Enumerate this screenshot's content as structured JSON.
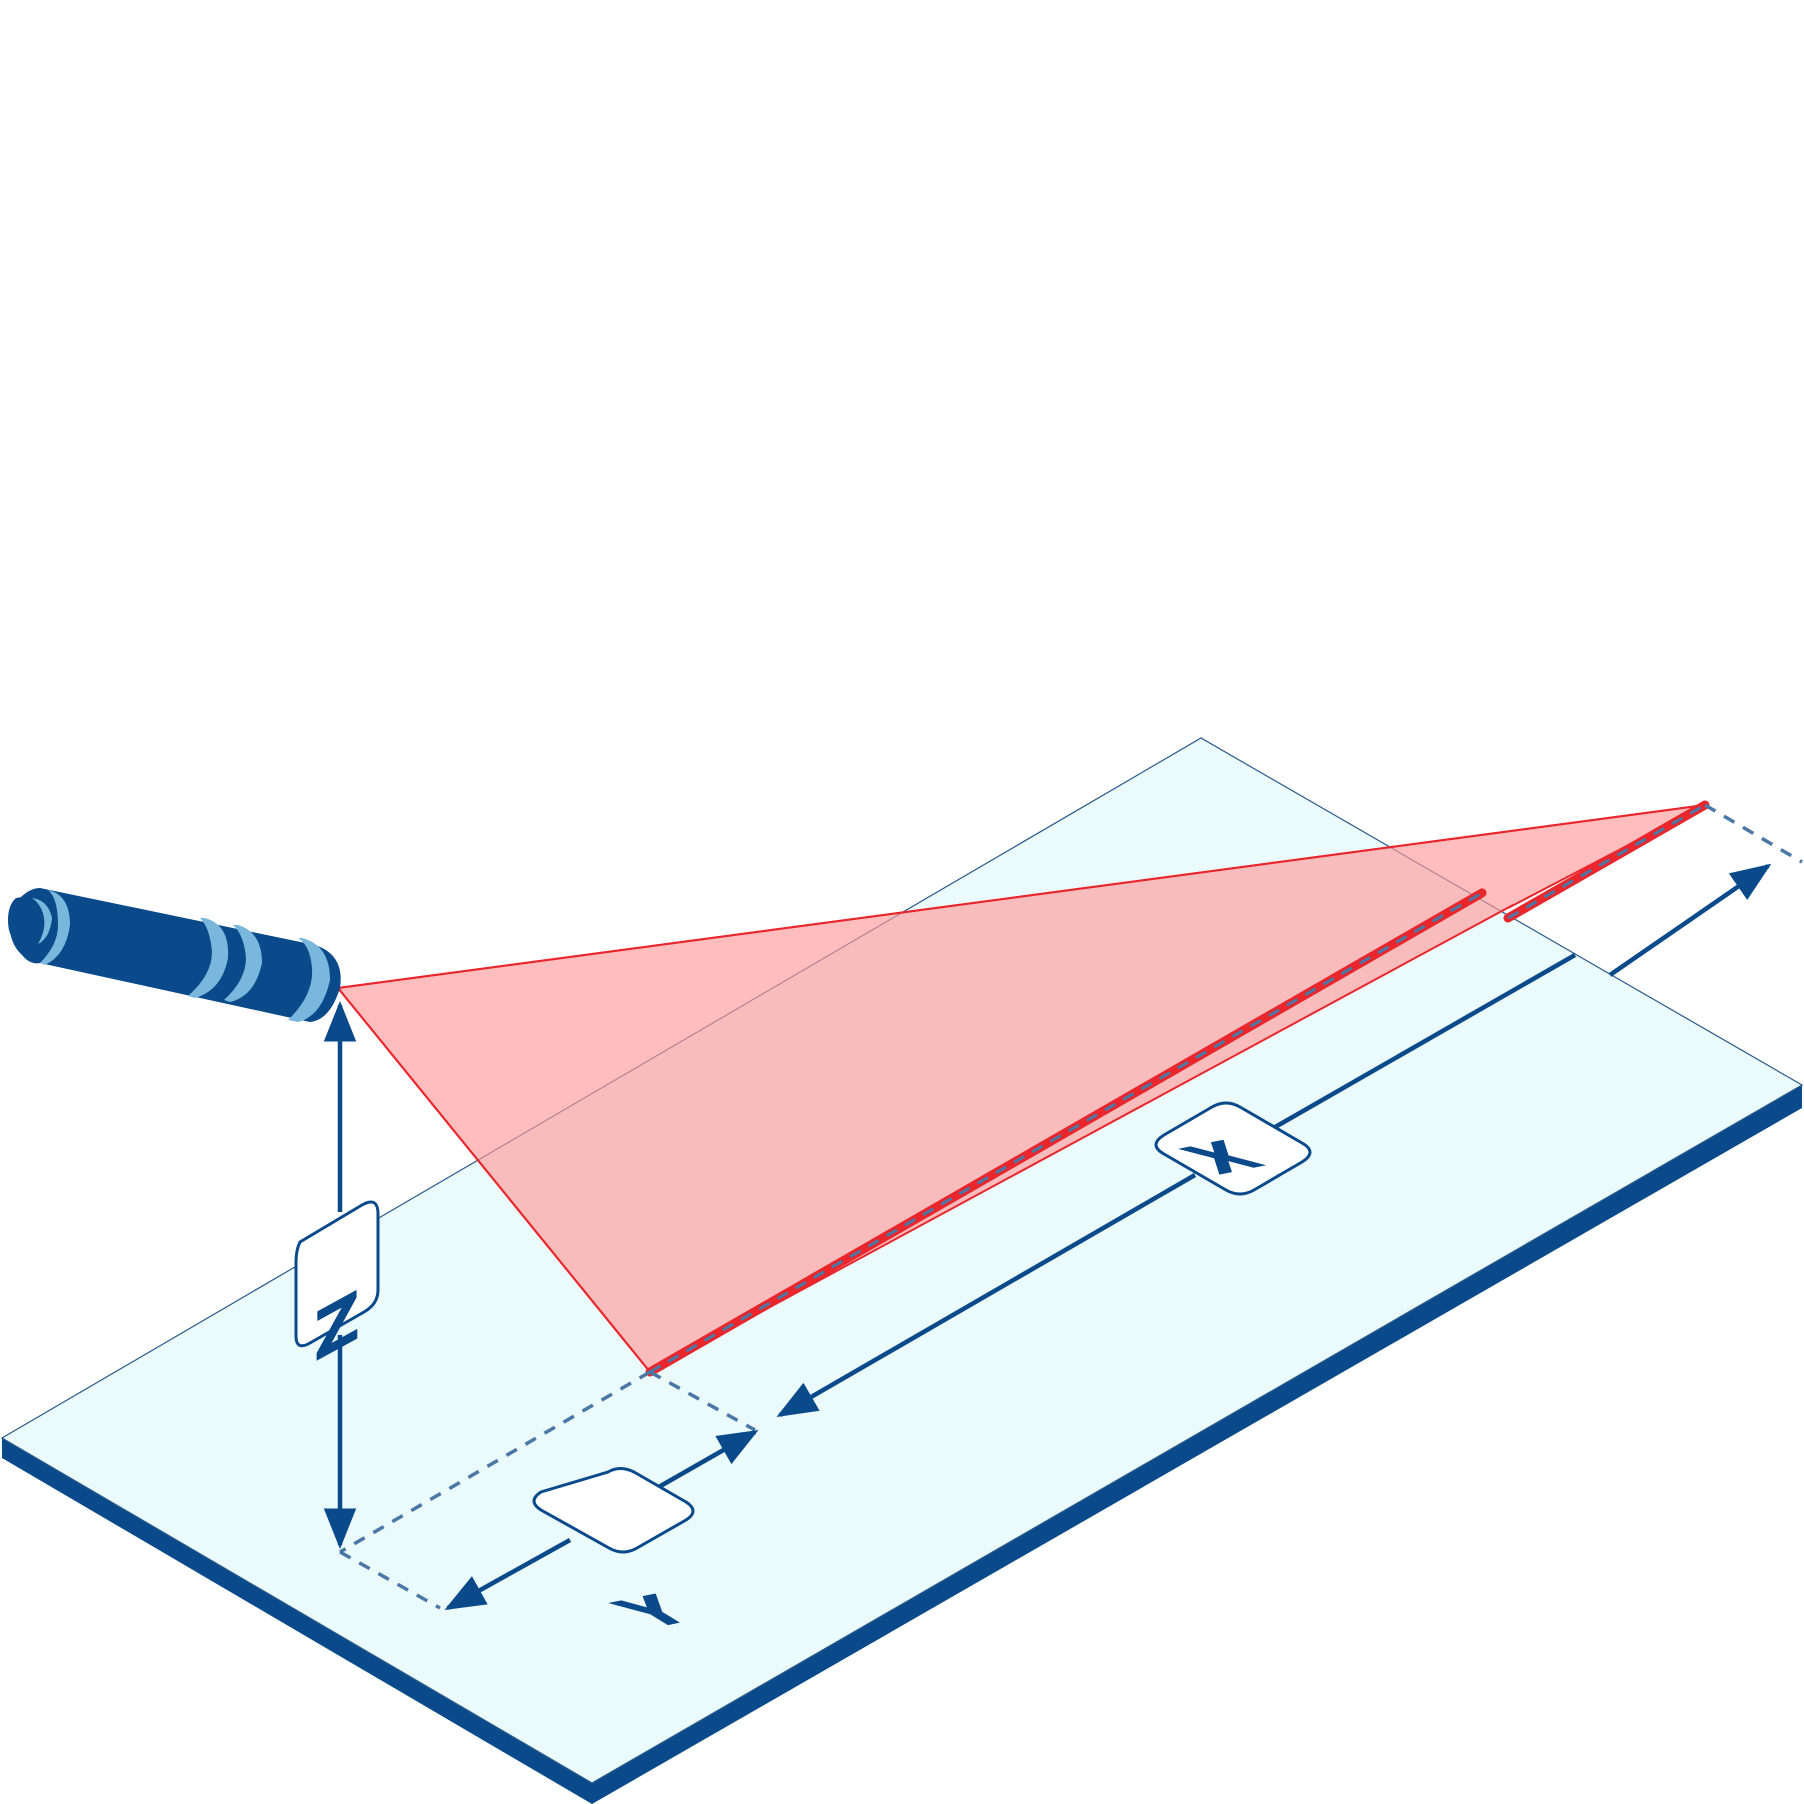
{
  "diagram": {
    "axes": {
      "x_label": "X",
      "y_label": "Y",
      "z_label": "Z"
    },
    "colors": {
      "platform_surface": "#ebfbfb",
      "platform_edge": "#0a4a8a",
      "laser_fan": "#ffb6b6",
      "laser_line": "#e8262c",
      "sensor_body": "#0a4a8a",
      "sensor_rings": "#7ab7dd",
      "dimension_lines": "#0a4a8a",
      "dashed_guides": "#4a78a6"
    },
    "icons": [
      "laser-profile-sensor-icon"
    ]
  }
}
